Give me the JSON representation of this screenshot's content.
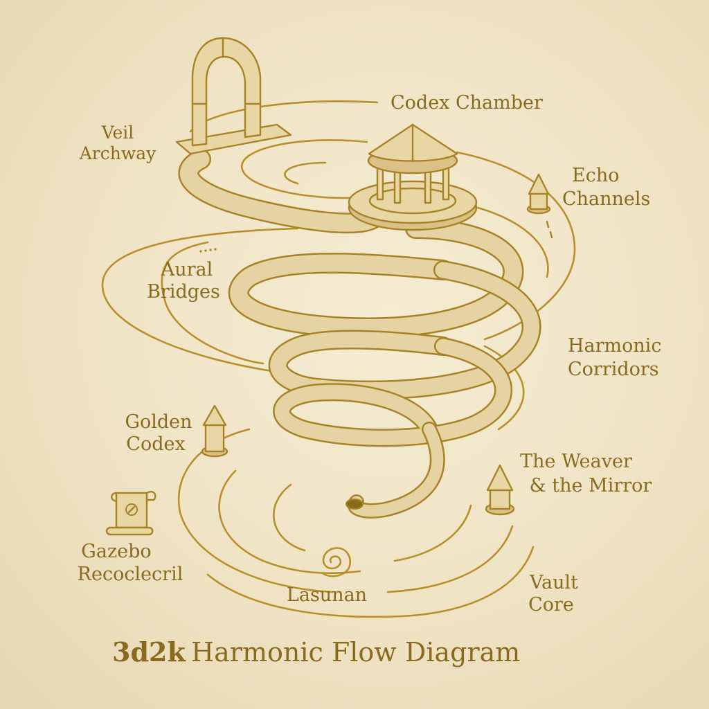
{
  "labels": {
    "codex_chamber": "Codex Chamber",
    "veil_archway": [
      "Veil",
      "Archway"
    ],
    "echo_channels": [
      "Echo",
      "Channels"
    ],
    "aural_bridges": [
      "Aural",
      "Bridges"
    ],
    "harmonic_corridors": [
      "Harmonic",
      "Corridors"
    ],
    "golden_codex": [
      "Golden",
      "Codex"
    ],
    "weaver_mirror": [
      "The Weaver",
      "& the Mirror"
    ],
    "gazebo": [
      "Gazebo",
      "Recoclecril"
    ],
    "lasunan": "Lasunan",
    "vault_core": [
      "Vault",
      "Core"
    ]
  },
  "title": {
    "prefix": "3d2k",
    "text": "Harmonic Flow Diagram"
  },
  "colors": {
    "ink": "#8a6a1c",
    "accent": "#b8902a",
    "paper": "#efe3c4"
  },
  "icons": [
    "archway-icon",
    "gazebo-icon",
    "obelisk-icon",
    "scroll-icon",
    "spiral-icon"
  ]
}
